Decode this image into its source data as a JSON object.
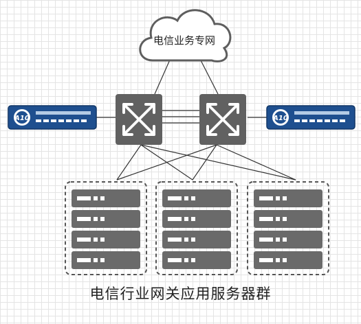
{
  "cloud": {
    "label": "电信业务专网"
  },
  "load_balancers": [
    {
      "badge": "A10"
    },
    {
      "badge": "A10"
    }
  ],
  "switches": [
    {
      "icon": "switch-icon"
    },
    {
      "icon": "switch-icon"
    }
  ],
  "server_groups": [
    {
      "servers": 4
    },
    {
      "servers": 4
    },
    {
      "servers": 4
    }
  ],
  "group_title": "电信行业网关应用服务器群",
  "colors": {
    "device": "#616161",
    "lb_blue": "#1e4f8f",
    "server_gray": "#6a6a6a",
    "line": "#333333"
  }
}
